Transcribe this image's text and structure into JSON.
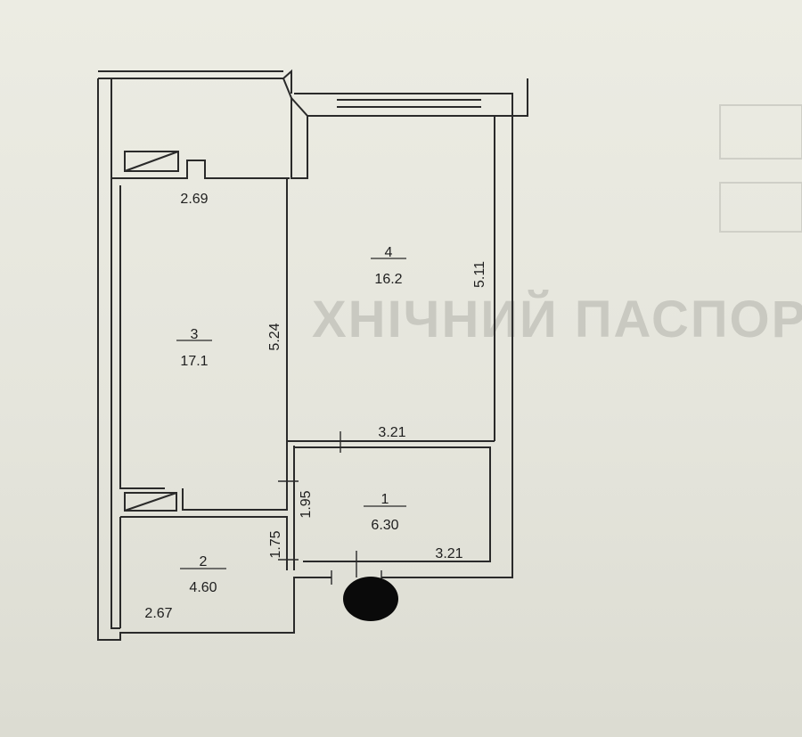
{
  "rooms": [
    {
      "number": "1",
      "area": "6.30"
    },
    {
      "number": "2",
      "area": "4.60"
    },
    {
      "number": "3",
      "area": "17.1"
    },
    {
      "number": "4",
      "area": "16.2"
    }
  ],
  "dimensions": {
    "d_269": "2.69",
    "d_524": "5.24",
    "d_511": "5.11",
    "d_321_top": "3.21",
    "d_321_bottom": "3.21",
    "d_195": "1.95",
    "d_175": "1.75",
    "d_267": "2.67"
  },
  "background_text": {
    "title": "ХНІЧНИЙ ПАСПОРТ"
  },
  "colors": {
    "paper": "#e6e6dd",
    "lines": "#2a2a2a",
    "redaction": "#0a0a0a"
  }
}
